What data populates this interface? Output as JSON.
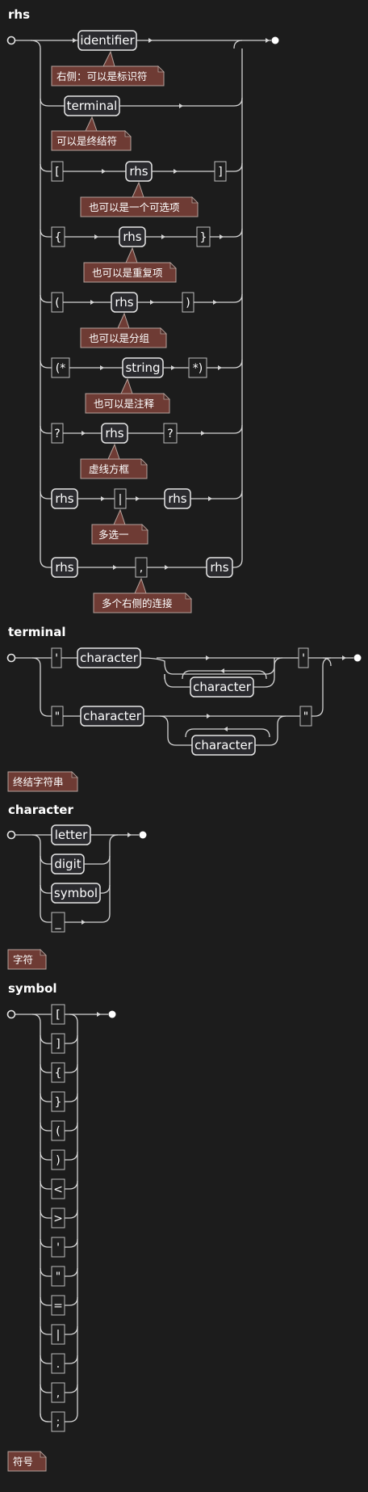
{
  "sections": {
    "rhs": {
      "title": "rhs",
      "items": {
        "identifier": "identifier",
        "terminal": "terminal",
        "lbracket": "[",
        "rhs_opt": "rhs",
        "rbracket": "]",
        "lbrace": "{",
        "rhs_rep": "rhs",
        "rbrace": "}",
        "lparen": "(",
        "rhs_grp": "rhs",
        "rparen": ")",
        "comment_open": "(*",
        "string": "string",
        "comment_close": "*)",
        "question_open": "?",
        "rhs_special": "rhs",
        "question_close": "?",
        "rhs_alt_left": "rhs",
        "pipe": "|",
        "rhs_alt_right": "rhs",
        "rhs_cat_left": "rhs",
        "comma": ",",
        "rhs_cat_right": "rhs"
      },
      "notes": {
        "identifier": "右侧：可以是标识符",
        "terminal": "可以是终结符",
        "optional": "也可以是一个可选项",
        "repeat": "也可以是重复项",
        "group": "也可以是分组",
        "comment": "也可以是注释",
        "special": "虚线方框",
        "alternation": "多选一",
        "concatenation": "多个右侧的连接"
      }
    },
    "terminal": {
      "title": "terminal",
      "single_quote": "'",
      "double_quote": "\"",
      "character": "character",
      "note": "终结字符串"
    },
    "character": {
      "title": "character",
      "letter": "letter",
      "digit": "digit",
      "symbol": "symbol",
      "underscore": "_",
      "note": "字符"
    },
    "symbol": {
      "title": "symbol",
      "items": [
        "[",
        "]",
        "{",
        "}",
        "(",
        ")",
        "<",
        ">",
        "'",
        "\"",
        "=",
        "|",
        ".",
        ",",
        ";"
      ],
      "note": "符号"
    }
  },
  "colors": {
    "background": "#1c1c1c",
    "note_fill": "#6e3b34",
    "line": "#d4d4d4"
  }
}
